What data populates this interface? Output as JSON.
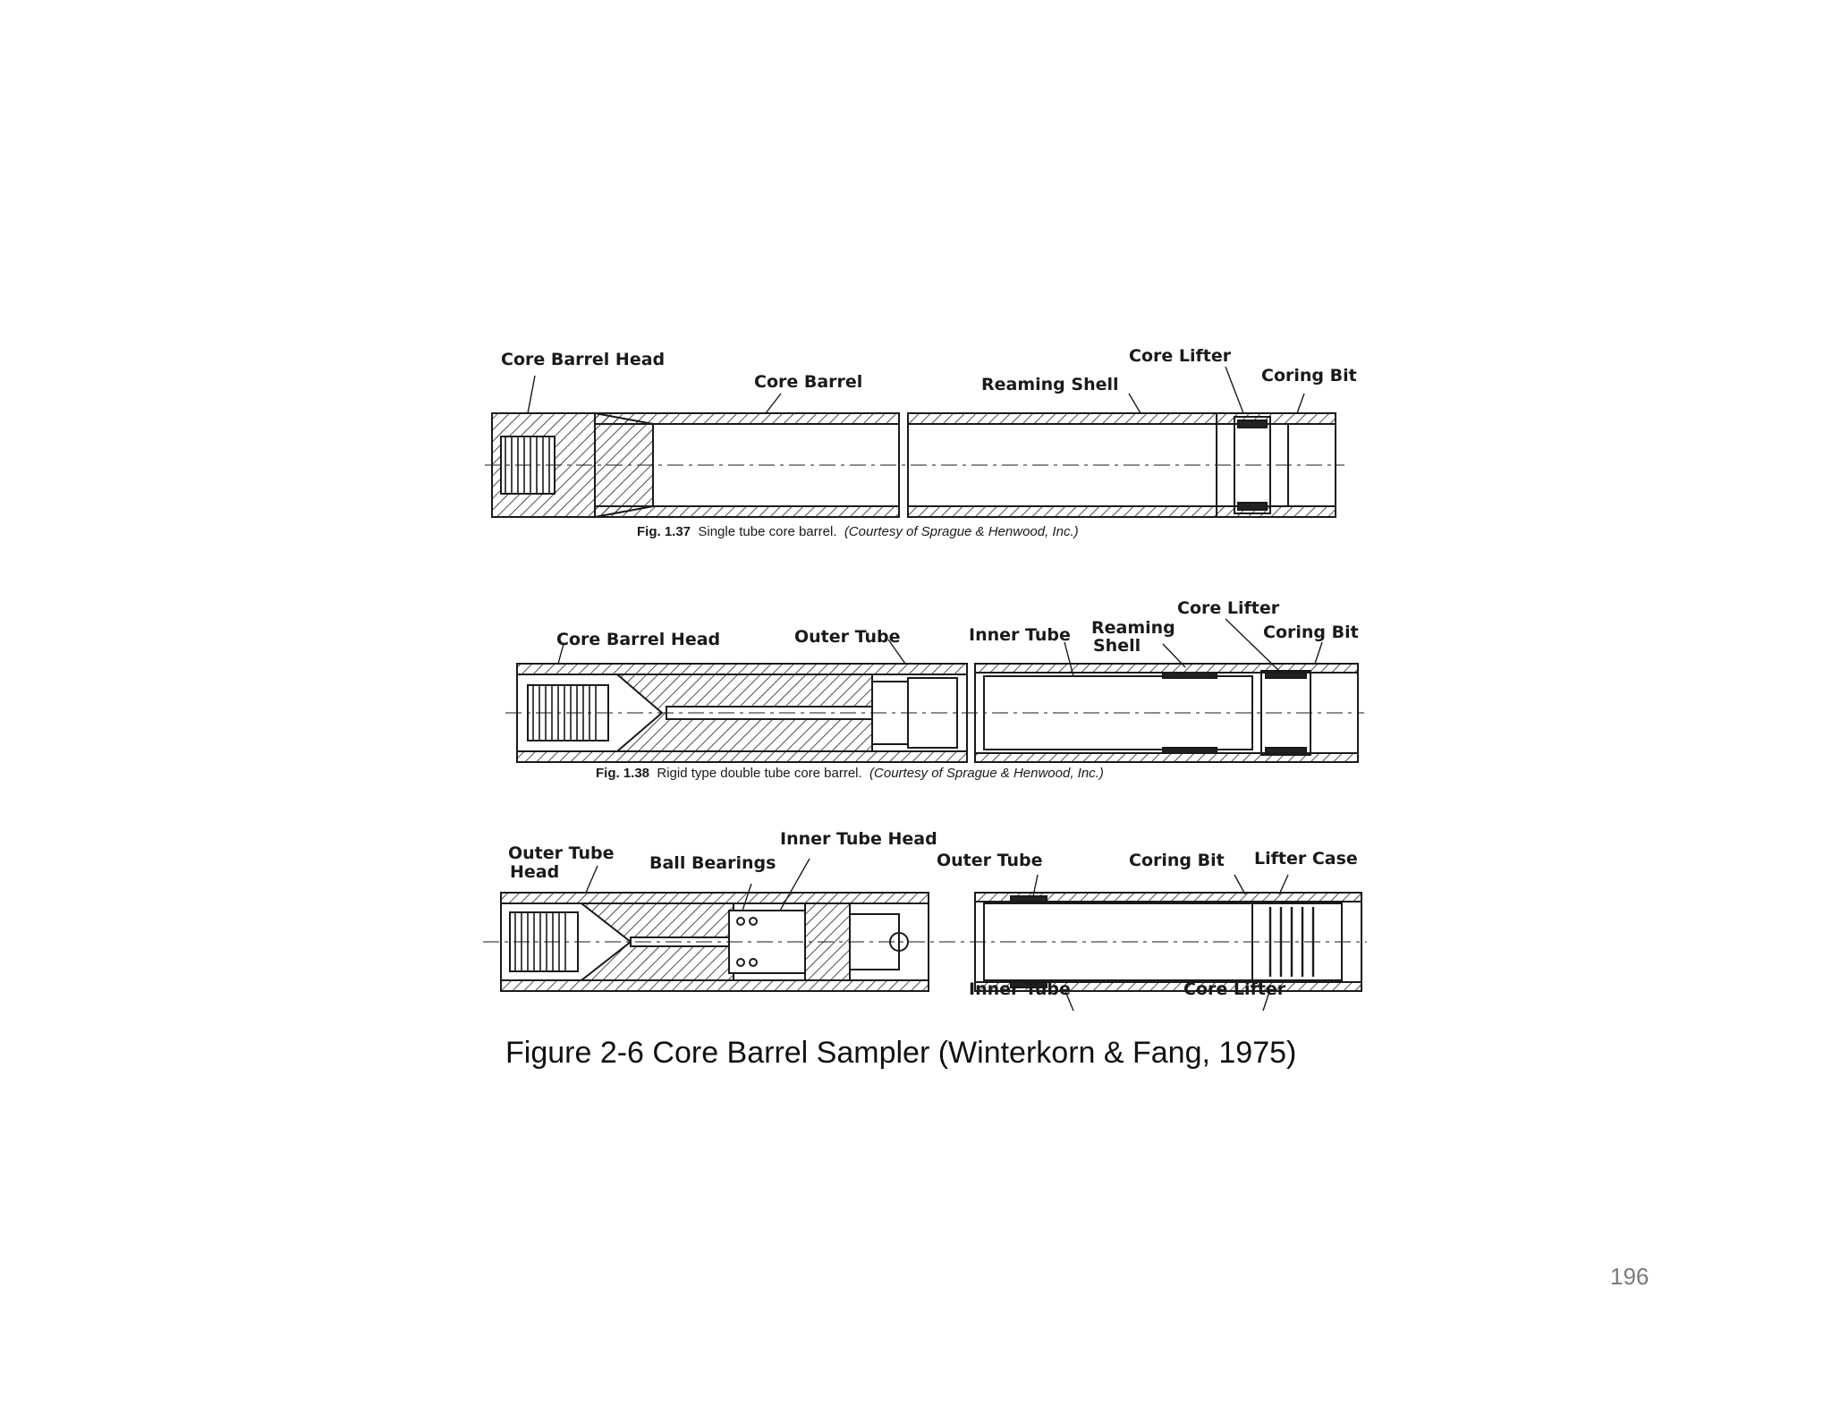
{
  "fig_137": {
    "labels": {
      "core_barrel_head": "Core Barrel Head",
      "core_barrel": "Core Barrel",
      "reaming_shell": "Reaming Shell",
      "core_lifter": "Core Lifter",
      "coring_bit": "Coring Bit"
    },
    "caption_number": "Fig. 1.37",
    "caption_text": "Single tube core barrel.",
    "caption_credit": "(Courtesy of Sprague & Henwood, Inc.)"
  },
  "fig_138": {
    "labels": {
      "core_barrel_head": "Core Barrel Head",
      "outer_tube": "Outer Tube",
      "inner_tube": "Inner Tube",
      "reaming": "Reaming",
      "shell": "Shell",
      "core_lifter": "Core Lifter",
      "coring_bit": "Coring Bit"
    },
    "caption_number": "Fig. 1.38",
    "caption_text": "Rigid type double tube core barrel.",
    "caption_credit": "(Courtesy of Sprague & Henwood, Inc.)"
  },
  "fig_3": {
    "labels": {
      "outer_tube_head_line1": "Outer Tube",
      "outer_tube_head_line2": "Head",
      "ball_bearings": "Ball Bearings",
      "inner_tube_head": "Inner Tube Head",
      "outer_tube": "Outer Tube",
      "coring_bit": "Coring Bit",
      "lifter_case": "Lifter Case",
      "inner_tube": "Inner Tube",
      "core_lifter": "Core Lifter"
    }
  },
  "figure_caption": "Figure 2-6 Core Barrel Sampler  (Winterkorn & Fang, 1975)",
  "page_number": "196"
}
